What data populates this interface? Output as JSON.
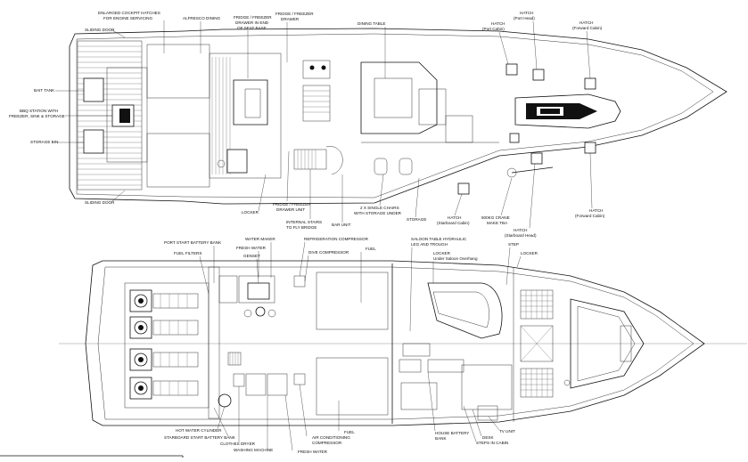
{
  "upper_deck": {
    "labels": {
      "sliding_door_top": "SLIDING DOOR",
      "enlarged_hatches": [
        "ENLARGED COCKPIT HATCHES",
        "FOR ENGINE SERVICING"
      ],
      "alfresco_dining": "ALFRESCO DINING",
      "fridge_drawer_seat": [
        "FRIDGE / FREEZER",
        "DRAWER IN END",
        "OF SEAT BASE"
      ],
      "fridge_drawer": [
        "FRIDGE / FREEZER",
        "DRAWER"
      ],
      "dining_table": "DINING TABLE",
      "hatch_port_cabin": [
        "HATCH",
        "(Port Cabin)"
      ],
      "hatch_port_head": [
        "HATCH",
        "(Port Head)"
      ],
      "hatch_forward_cabin_top": [
        "HATCH",
        "(Forward Cabin)"
      ],
      "bait_tank": "BAIT TANK",
      "bbq_station": [
        "BBQ STATION WITH",
        "FREEZER, SINK & STORAGE"
      ],
      "storage_bin": "STORAGE BIN",
      "sliding_door_bottom": "SLIDING DOOR",
      "locker": "LOCKER",
      "fridge_drawer_unit": [
        "FRIDGE / FREEZER",
        "DRAWER UNIT"
      ],
      "internal_stairs": [
        "INTERNAL STAIRS",
        "TO FLY BRIDGE"
      ],
      "bar_unit": "BAR UNIT",
      "single_chairs": [
        "2 X SINGLE CHAIRS",
        "WITH STORAGE UNDER"
      ],
      "storage": "STORAGE",
      "hatch_starboard_cabin": [
        "HATCH",
        "(Starboard Cabin)"
      ],
      "crane": [
        "500KG CRANE",
        "MAKE TBA"
      ],
      "hatch_starboard_head": [
        "HATCH",
        "(Starboard Head)"
      ],
      "hatch_forward_cabin_bottom": [
        "HATCH",
        "(Forward Cabin)"
      ]
    }
  },
  "lower_deck": {
    "labels": {
      "port_start_battery_bank": "PORT START BATTERY BANK",
      "water_maker": "WATER MAKER",
      "fresh_water_top": "FRESH WATER",
      "genset": "GENSET",
      "refrigeration_compressor": "REFRIGERATION COMPRESSOR",
      "dive_compressor": "DIVE COMPRESSOR",
      "fuel_top": "FUEL",
      "saloon_table": [
        "SALOON TABLE HYDRAULIC",
        "LEG AND TROUGH"
      ],
      "locker_saloon": [
        "LOCKER",
        "Under Saloon Overhang"
      ],
      "step": "STEP",
      "locker_fwd": "LOCKER",
      "fuel_filters": "FUEL FILTERS",
      "hot_water_cylinder": "HOT WATER CYLINDER",
      "starboard_start_battery_bank": "STARBOARD START BATTERY BANK",
      "clothes_dryer": "CLOTHES DRYER",
      "washing_machine": "WASHING MACHINE",
      "air_conditioning": [
        "AIR CONDITIONING",
        "COMPRESSOR"
      ],
      "fresh_water_bottom": "FRESH WATER",
      "fuel_bottom": "FUEL",
      "house_battery_bank": [
        "HOUSE BATTERY",
        "BANK"
      ],
      "desk": "DESK",
      "steps_in_cabin": "STEPS IN CABIN",
      "tv_unit": "TV UNIT"
    }
  }
}
